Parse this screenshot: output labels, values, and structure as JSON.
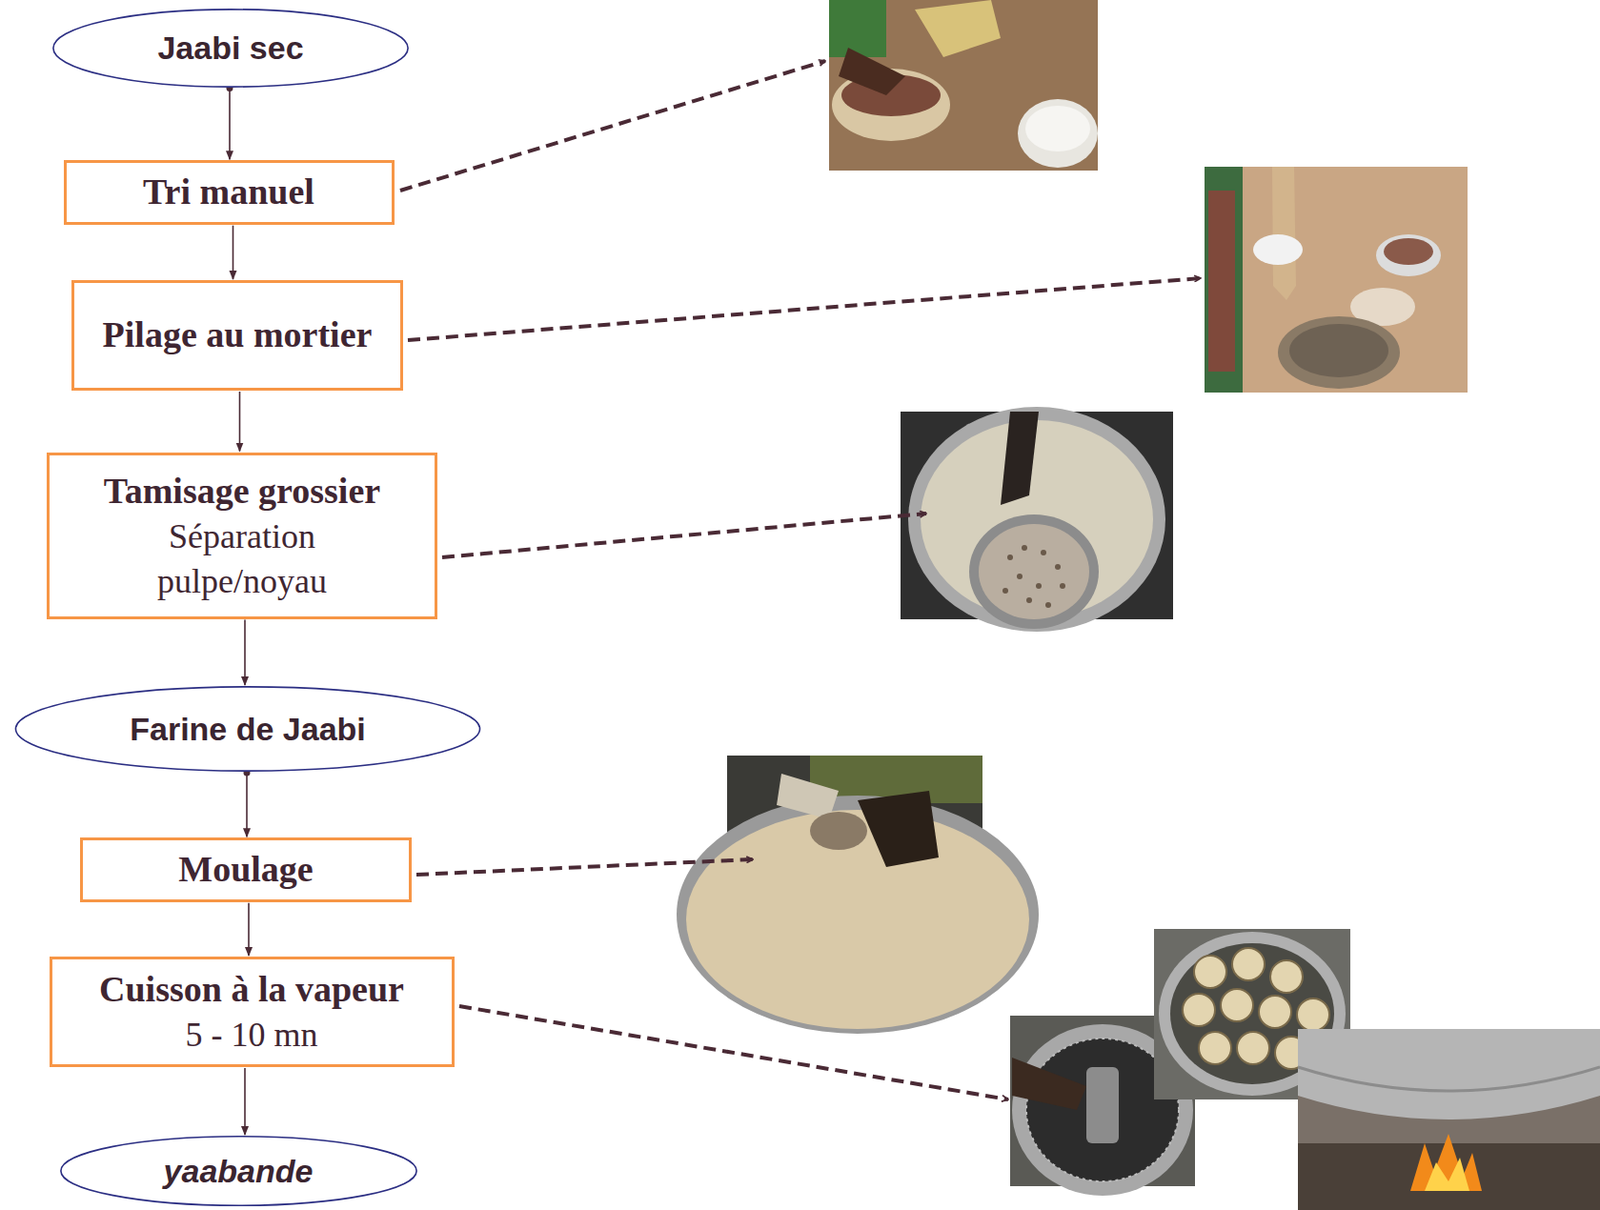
{
  "diagram": {
    "nodes": [
      {
        "text": [
          "Jaabi sec"
        ]
      },
      {
        "text": [
          "Tri manuel"
        ]
      },
      {
        "text": [
          "Pilage au mortier"
        ]
      },
      {
        "text": [
          "Tamisage grossier",
          "Séparation pulpe/noyau"
        ]
      },
      {
        "text": [
          "Farine de Jaabi"
        ]
      },
      {
        "text": [
          "Moulage"
        ]
      },
      {
        "text": [
          "Cuisson à la vapeur",
          "5 - 10 mn"
        ]
      },
      {
        "text": [
          "yaabande"
        ]
      }
    ],
    "edges": [
      {
        "from": 0,
        "to": 1,
        "arrow": "to"
      },
      {
        "from": 1,
        "to": 2,
        "arrow": "to"
      },
      {
        "from": 2,
        "to": 3,
        "arrow": "to"
      },
      {
        "from": 3,
        "to": 4,
        "arrow": "to"
      },
      {
        "from": 4,
        "to": 5,
        "arrow": "to"
      },
      {
        "from": 5,
        "to": 6,
        "arrow": "to"
      },
      {
        "from": 6,
        "to": 7,
        "arrow": "to"
      }
    ]
  }
}
